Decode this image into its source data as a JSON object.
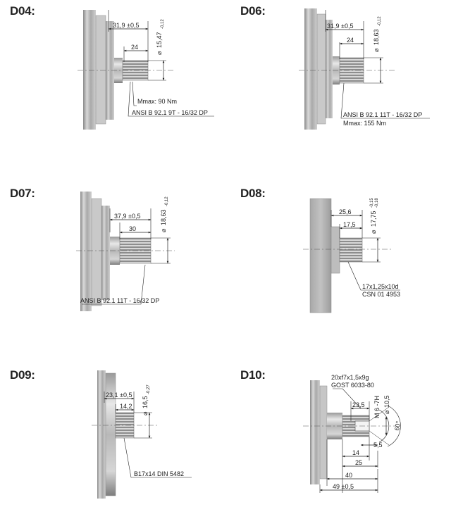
{
  "shafts": [
    {
      "code": "D04:",
      "dims": {
        "length": "31,9 ±0,5",
        "spline_length": "24",
        "diameter": "15,47",
        "diameter_tol": "-0,12"
      },
      "notes": [
        "Mmax: 90 Nm",
        "ANSI B 92.1 9T - 16/32 DP"
      ]
    },
    {
      "code": "D06:",
      "dims": {
        "length": "31,9 ±0,5",
        "spline_length": "24",
        "diameter": "18,63",
        "diameter_tol": "-0,12"
      },
      "notes": [
        "ANSI B 92.1 11T - 16/32 DP",
        "Mmax: 155 Nm"
      ]
    },
    {
      "code": "D07:",
      "dims": {
        "length": "37,9 ±0,5",
        "spline_length": "30",
        "diameter": "18,63",
        "diameter_tol": "-0,12"
      },
      "notes": [
        "ANSI B 92.1 11T - 16/32 DP"
      ]
    },
    {
      "code": "D08:",
      "dims": {
        "length": "25,6",
        "spline_length": "17,5",
        "diameter": "17,75",
        "diameter_tol_upper": "-0,15",
        "diameter_tol_lower": "-0,18"
      },
      "notes": [
        "17x1,25x10d",
        "CSN 01 4953"
      ]
    },
    {
      "code": "D09:",
      "dims": {
        "length": "23,1 ±0,5",
        "spline_length": "14,2",
        "diameter": "16,5",
        "diameter_tol": "-0,27"
      },
      "notes": [
        "B17x14 DIN 5482"
      ]
    },
    {
      "code": "D10:",
      "dims": {
        "d1": "23,5",
        "d2": "5,5",
        "d3": "14",
        "d4": "25",
        "d5": "40",
        "d6": "49 ±0,5",
        "thread": "M 6 -7H",
        "small_dia": "10,5",
        "angle": "60°"
      },
      "notes": [
        "20xf7x1,5x9g",
        "GOST 6033-80"
      ]
    }
  ]
}
